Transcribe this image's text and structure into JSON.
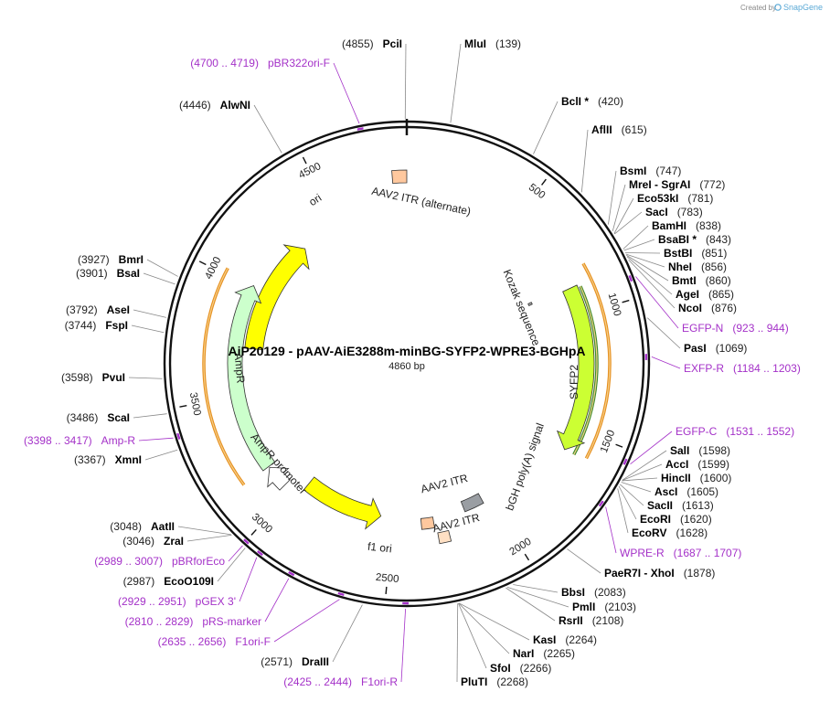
{
  "credit": {
    "created_by": "Created by",
    "brand": "SnapGene"
  },
  "title": "AiP20129 - pAAV-AiE3288m-minBG-SYFP2-WPRE3-BGHpA",
  "length_text": "4860 bp",
  "length_bp": 4860,
  "ticks": [
    {
      "bp": 500,
      "label": "500"
    },
    {
      "bp": 1000,
      "label": "1000"
    },
    {
      "bp": 1500,
      "label": "1500"
    },
    {
      "bp": 2000,
      "label": "2000"
    },
    {
      "bp": 2500,
      "label": "2500"
    },
    {
      "bp": 3000,
      "label": "3000"
    },
    {
      "bp": 3500,
      "label": "3500"
    },
    {
      "bp": 4000,
      "label": "4000"
    },
    {
      "bp": 4500,
      "label": "4500"
    }
  ],
  "features": [
    {
      "name": "ori",
      "label": "ori",
      "start": 3720,
      "end": 4300,
      "strand": "+",
      "color": "#ffff00",
      "track": "inner",
      "arrow": true
    },
    {
      "name": "aav2-itr-alternate",
      "label": "AAV2 ITR (alternate)",
      "start": 4800,
      "end": 4860,
      "strand": "none",
      "color": "#ffc89e",
      "track": "inner",
      "arrow": false
    },
    {
      "name": "syfp2",
      "label": "SYFP2",
      "start": 880,
      "end": 1600,
      "strand": "+",
      "color": "#ccff33",
      "track": "inner",
      "arrow": true
    },
    {
      "name": "kozak",
      "label": "Kozak sequence",
      "start": 860,
      "end": 872,
      "strand": "none",
      "color": "#aaaaaa",
      "track": "inner",
      "arrow": false
    },
    {
      "name": "bgh-polya",
      "label": "bGH poly(A) signal",
      "start": 2040,
      "end": 2140,
      "strand": "none",
      "color": "#9a9ea3",
      "track": "inner",
      "arrow": false
    },
    {
      "name": "aav2-itr-1",
      "label": "AAV2 ITR",
      "start": 2240,
      "end": 2290,
      "strand": "none",
      "color": "#ffe0c4",
      "track": "inner",
      "arrow": false
    },
    {
      "name": "aav2-itr-2",
      "label": "AAV2 ITR",
      "start": 2300,
      "end": 2360,
      "strand": "none",
      "color": "#ffc89e",
      "track": "inner",
      "arrow": false
    },
    {
      "name": "f1-ori",
      "label": "f1 ori",
      "start": 2560,
      "end": 2960,
      "strand": "-",
      "color": "#ffff00",
      "track": "inner",
      "arrow": true
    },
    {
      "name": "ampr",
      "label": "AmpR",
      "start": 3150,
      "end": 4010,
      "strand": "+",
      "color": "#ccffcc",
      "track": "inner",
      "arrow": true
    },
    {
      "name": "ampr-promoter",
      "label": "AmpR promoter",
      "start": 3040,
      "end": 3145,
      "strand": "+",
      "color": "#ffffff",
      "track": "inner",
      "arrow": true
    }
  ],
  "orfs": [
    {
      "name": "orf-right",
      "start": 815,
      "end": 1590,
      "color": "#e69020"
    },
    {
      "name": "orf-left",
      "start": 3150,
      "end": 4025,
      "color": "#e69020"
    },
    {
      "name": "orf-syfp2-inner",
      "start": 890,
      "end": 1600,
      "color": "#3d8c2a"
    }
  ],
  "sites": [
    {
      "name": "PciI",
      "pos": "(4855)",
      "bp": 4855,
      "primer": false
    },
    {
      "name": "MluI",
      "pos": "(139)",
      "bp": 139,
      "primer": false
    },
    {
      "name": "BclI *",
      "pos": "(420)",
      "bp": 420,
      "primer": false
    },
    {
      "name": "AflII",
      "pos": "(615)",
      "bp": 615,
      "primer": false
    },
    {
      "name": "BsmI",
      "pos": "(747)",
      "bp": 747,
      "primer": false
    },
    {
      "name": "MreI  -  SgrAI",
      "pos": "(772)",
      "bp": 772,
      "primer": false
    },
    {
      "name": "Eco53kI",
      "pos": "(781)",
      "bp": 781,
      "primer": false
    },
    {
      "name": "SacI",
      "pos": "(783)",
      "bp": 783,
      "primer": false
    },
    {
      "name": "BamHI",
      "pos": "(838)",
      "bp": 838,
      "primer": false
    },
    {
      "name": "BsaBI *",
      "pos": "(843)",
      "bp": 843,
      "primer": false
    },
    {
      "name": "BstBI",
      "pos": "(851)",
      "bp": 851,
      "primer": false
    },
    {
      "name": "NheI",
      "pos": "(856)",
      "bp": 856,
      "primer": false
    },
    {
      "name": "BmtI",
      "pos": "(860)",
      "bp": 860,
      "primer": false
    },
    {
      "name": "AgeI",
      "pos": "(865)",
      "bp": 865,
      "primer": false
    },
    {
      "name": "NcoI",
      "pos": "(876)",
      "bp": 876,
      "primer": false
    },
    {
      "name": "EGFP-N",
      "pos": "(923 .. 944)",
      "bp": 933,
      "primer": true
    },
    {
      "name": "PasI",
      "pos": "(1069)",
      "bp": 1069,
      "primer": false
    },
    {
      "name": "EXFP-R",
      "pos": "(1184 .. 1203)",
      "bp": 1193,
      "primer": true
    },
    {
      "name": "EGFP-C",
      "pos": "(1531 .. 1552)",
      "bp": 1541,
      "primer": true
    },
    {
      "name": "SalI",
      "pos": "(1598)",
      "bp": 1598,
      "primer": false
    },
    {
      "name": "AccI",
      "pos": "(1599)",
      "bp": 1599,
      "primer": false
    },
    {
      "name": "HincII",
      "pos": "(1600)",
      "bp": 1600,
      "primer": false
    },
    {
      "name": "AscI",
      "pos": "(1605)",
      "bp": 1605,
      "primer": false
    },
    {
      "name": "SacII",
      "pos": "(1613)",
      "bp": 1613,
      "primer": false
    },
    {
      "name": "EcoRI",
      "pos": "(1620)",
      "bp": 1620,
      "primer": false
    },
    {
      "name": "EcoRV",
      "pos": "(1628)",
      "bp": 1628,
      "primer": false
    },
    {
      "name": "WPRE-R",
      "pos": "(1687 .. 1707)",
      "bp": 1697,
      "primer": true
    },
    {
      "name": "PaeR7I  -  XhoI",
      "pos": "(1878)",
      "bp": 1878,
      "primer": false
    },
    {
      "name": "BbsI",
      "pos": "(2083)",
      "bp": 2083,
      "primer": false
    },
    {
      "name": "PmlI",
      "pos": "(2103)",
      "bp": 2103,
      "primer": false
    },
    {
      "name": "RsrII",
      "pos": "(2108)",
      "bp": 2108,
      "primer": false
    },
    {
      "name": "KasI",
      "pos": "(2264)",
      "bp": 2264,
      "primer": false
    },
    {
      "name": "NarI",
      "pos": "(2265)",
      "bp": 2265,
      "primer": false
    },
    {
      "name": "SfoI",
      "pos": "(2266)",
      "bp": 2266,
      "primer": false
    },
    {
      "name": "PluTI",
      "pos": "(2268)",
      "bp": 2268,
      "primer": false
    },
    {
      "name": "F1ori-R",
      "pos": "(2425 .. 2444)",
      "bp": 2434,
      "primer": true
    },
    {
      "name": "DraIII",
      "pos": "(2571)",
      "bp": 2571,
      "primer": false
    },
    {
      "name": "F1ori-F",
      "pos": "(2635 .. 2656)",
      "bp": 2645,
      "primer": true
    },
    {
      "name": "pRS-marker",
      "pos": "(2810 .. 2829)",
      "bp": 2819,
      "primer": true
    },
    {
      "name": "pGEX 3'",
      "pos": "(2929 .. 2951)",
      "bp": 2940,
      "primer": true
    },
    {
      "name": "EcoO109I",
      "pos": "(2987)",
      "bp": 2987,
      "primer": false
    },
    {
      "name": "pBRforEco",
      "pos": "(2989 .. 3007)",
      "bp": 2998,
      "primer": true
    },
    {
      "name": "ZraI",
      "pos": "(3046)",
      "bp": 3046,
      "primer": false
    },
    {
      "name": "AatII",
      "pos": "(3048)",
      "bp": 3048,
      "primer": false
    },
    {
      "name": "XmnI",
      "pos": "(3367)",
      "bp": 3367,
      "primer": false
    },
    {
      "name": "Amp-R",
      "pos": "(3398 .. 3417)",
      "bp": 3407,
      "primer": true
    },
    {
      "name": "ScaI",
      "pos": "(3486)",
      "bp": 3486,
      "primer": false
    },
    {
      "name": "PvuI",
      "pos": "(3598)",
      "bp": 3598,
      "primer": false
    },
    {
      "name": "FspI",
      "pos": "(3744)",
      "bp": 3744,
      "primer": false
    },
    {
      "name": "AseI",
      "pos": "(3792)",
      "bp": 3792,
      "primer": false
    },
    {
      "name": "BsaI",
      "pos": "(3901)",
      "bp": 3901,
      "primer": false
    },
    {
      "name": "BmrI",
      "pos": "(3927)",
      "bp": 3927,
      "primer": false
    },
    {
      "name": "AlwNI",
      "pos": "(4446)",
      "bp": 4446,
      "primer": false
    },
    {
      "name": "pBR322ori-F",
      "pos": "(4700 .. 4719)",
      "bp": 4709,
      "primer": true
    }
  ]
}
